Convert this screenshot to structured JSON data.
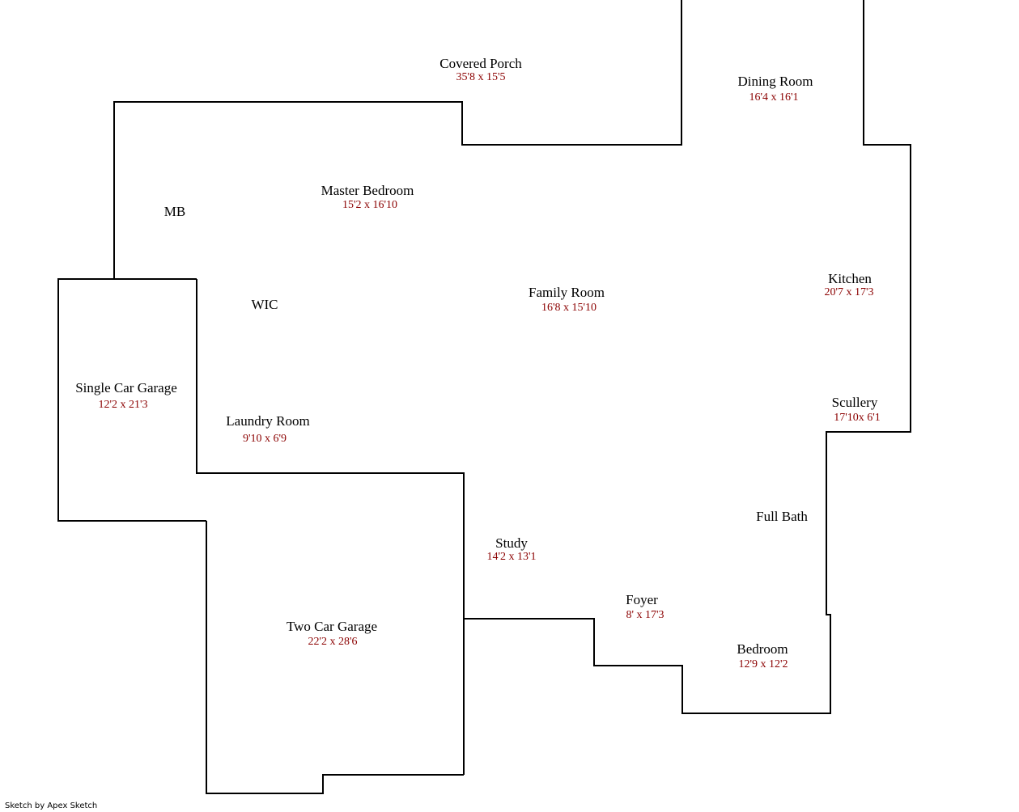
{
  "colors": {
    "wall": "#000000",
    "label": "#000000",
    "dimension": "#8b0000",
    "background": "#ffffff"
  },
  "rooms": [
    {
      "id": "covered-porch",
      "name": "Covered Porch",
      "dims": "35'8 x 15'5"
    },
    {
      "id": "dining-room",
      "name": "Dining Room",
      "dims": "16'4 x 16'1"
    },
    {
      "id": "master-bedroom",
      "name": "Master Bedroom",
      "dims": "15'2 x 16'10"
    },
    {
      "id": "mb",
      "name": "MB",
      "dims": ""
    },
    {
      "id": "wic",
      "name": "WIC",
      "dims": ""
    },
    {
      "id": "family-room",
      "name": "Family Room",
      "dims": "16'8 x 15'10"
    },
    {
      "id": "kitchen",
      "name": "Kitchen",
      "dims": "20'7 x 17'3"
    },
    {
      "id": "single-car-garage",
      "name": "Single Car Garage",
      "dims": "12'2 x 21'3"
    },
    {
      "id": "laundry-room",
      "name": "Laundry Room",
      "dims": "9'10 x 6'9"
    },
    {
      "id": "scullery",
      "name": "Scullery",
      "dims": "17'10x 6'1"
    },
    {
      "id": "full-bath",
      "name": "Full Bath",
      "dims": ""
    },
    {
      "id": "study",
      "name": "Study",
      "dims": "14'2 x 13'1"
    },
    {
      "id": "foyer",
      "name": "Foyer",
      "dims": "8' x 17'3"
    },
    {
      "id": "two-car-garage",
      "name": "Two Car Garage",
      "dims": "22'2 x 28'6"
    },
    {
      "id": "bedroom",
      "name": "Bedroom",
      "dims": "12'9 x 12'2"
    }
  ],
  "credit": "Sketch by Apex Sketch"
}
